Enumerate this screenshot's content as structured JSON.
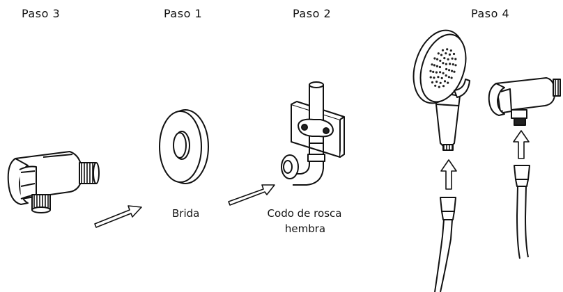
{
  "steps": {
    "step3": "Paso 3",
    "step1": "Paso 1",
    "step2": "Paso 2",
    "step4": "Paso 4"
  },
  "labels": {
    "flange": "Brida",
    "elbow_line1": "Codo de rosca",
    "elbow_line2": "hembra"
  },
  "colors": {
    "stroke": "#111111",
    "fill": "#ffffff",
    "dark": "#222222"
  },
  "icons": [
    "wall-holder-icon",
    "flange-icon",
    "elbow-icon",
    "shower-head-icon",
    "hose-icon",
    "arrow-icon"
  ]
}
